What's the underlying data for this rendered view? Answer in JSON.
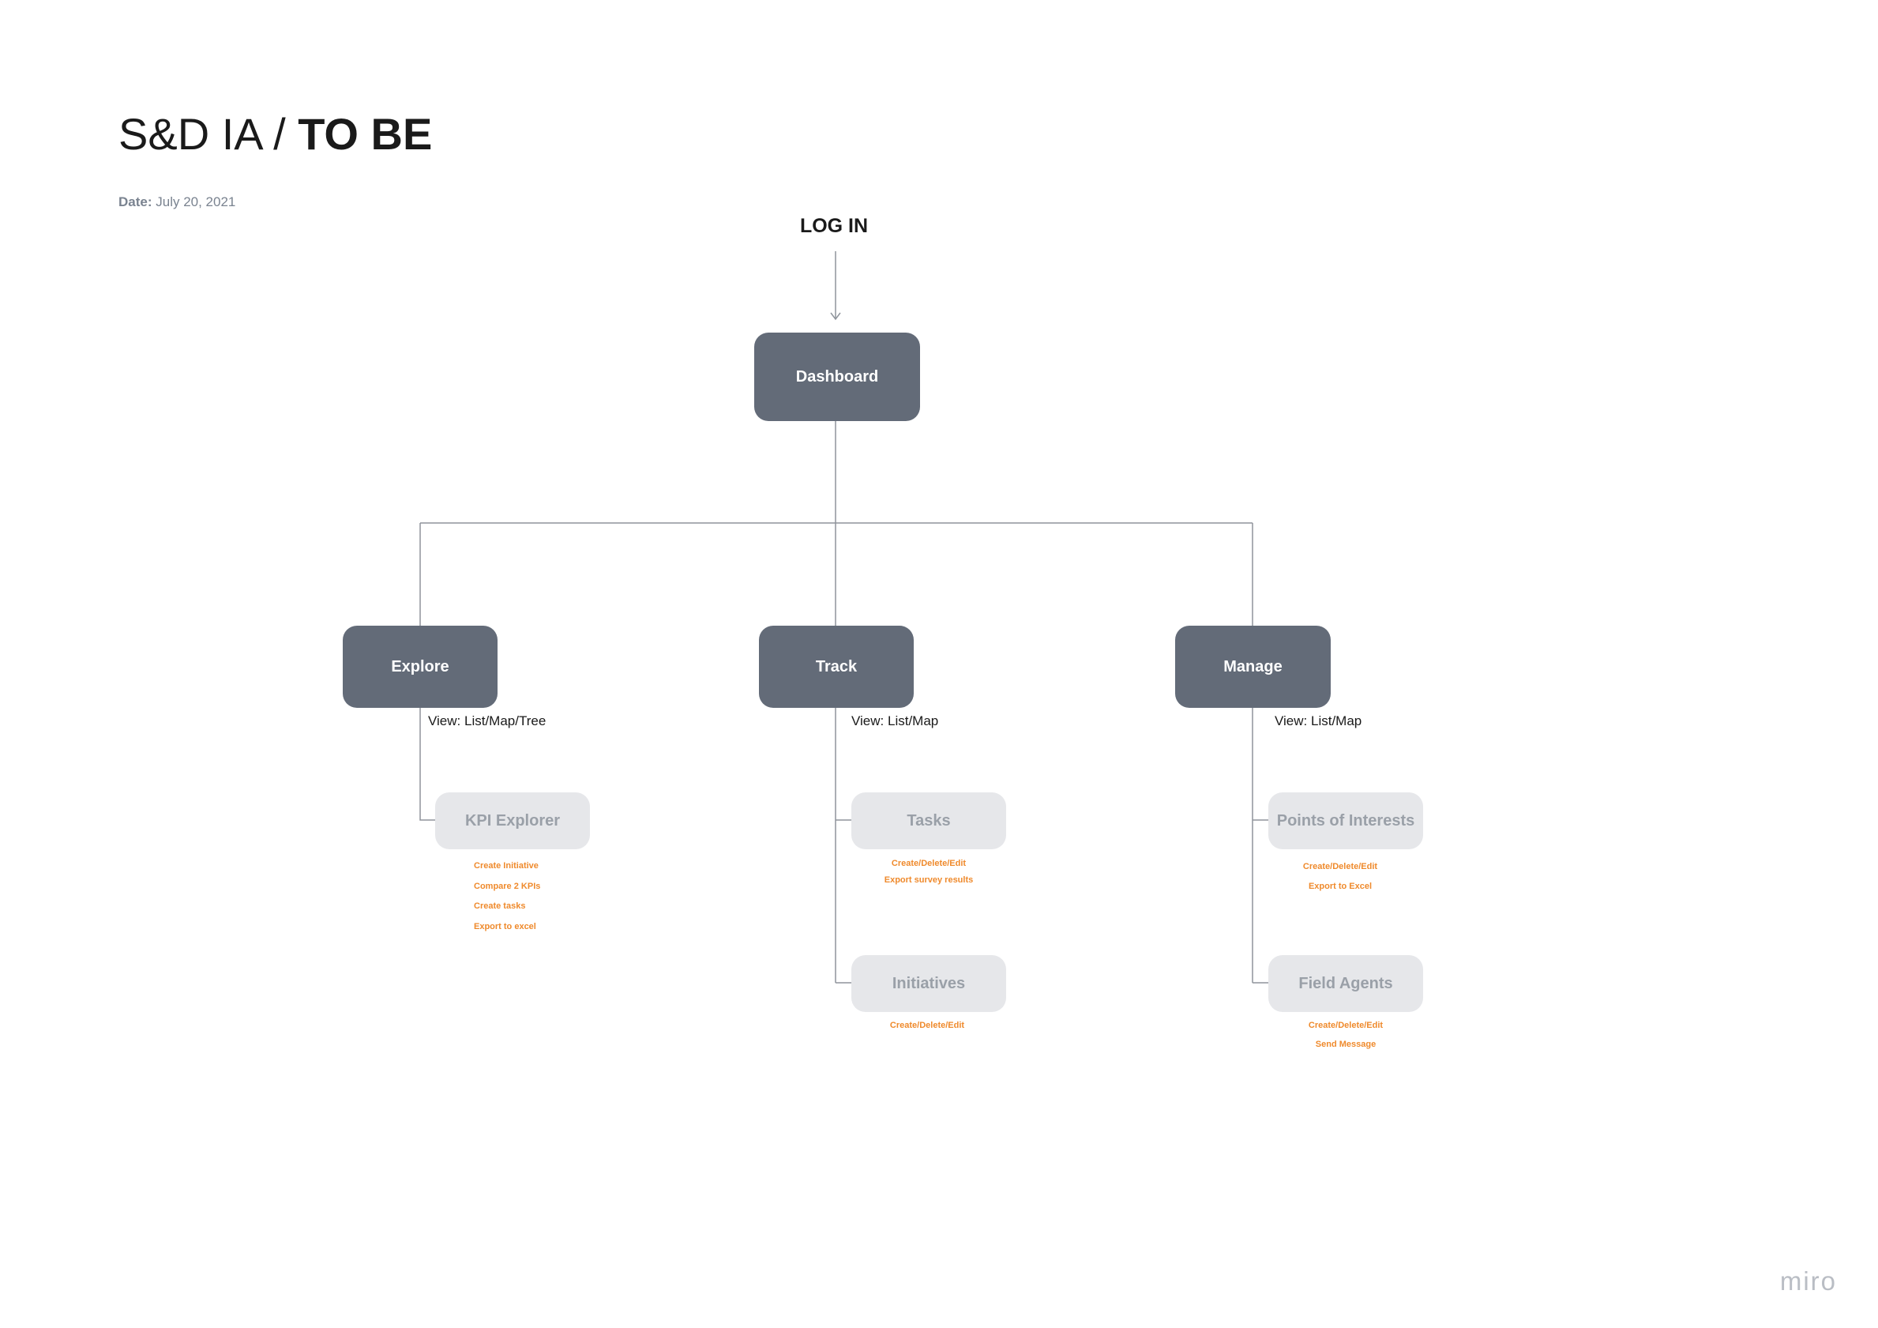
{
  "header": {
    "title_prefix": "S&D IA / ",
    "title_bold": "TO BE",
    "date_label": "Date:",
    "date_value": "July 20, 2021"
  },
  "entry": {
    "label": "LOG IN"
  },
  "root": {
    "label": "Dashboard"
  },
  "sections": [
    {
      "label": "Explore",
      "view": "View: List/Map/Tree",
      "children": [
        {
          "label": "KPI Explorer",
          "actions": [
            "Create Initiative",
            "Compare 2 KPIs",
            "Create tasks",
            "Export to excel"
          ]
        }
      ]
    },
    {
      "label": "Track",
      "view": "View: List/Map",
      "children": [
        {
          "label": "Tasks",
          "actions": [
            "Create/Delete/Edit",
            "Export survey results"
          ]
        },
        {
          "label": "Initiatives",
          "actions": [
            "Create/Delete/Edit"
          ]
        }
      ]
    },
    {
      "label": "Manage",
      "view": "View: List/Map",
      "children": [
        {
          "label": "Points of Interests",
          "actions": [
            "Create/Delete/Edit",
            "Export to Excel"
          ]
        },
        {
          "label": "Field Agents",
          "actions": [
            "Create/Delete/Edit",
            "Send Message"
          ]
        }
      ]
    }
  ],
  "watermark": "miro",
  "colors": {
    "dark_node": "#636b78",
    "light_node": "#e6e7ea",
    "light_node_text": "#9aa0a8",
    "action_text": "#ef8a2c",
    "connector": "#8f949b"
  }
}
